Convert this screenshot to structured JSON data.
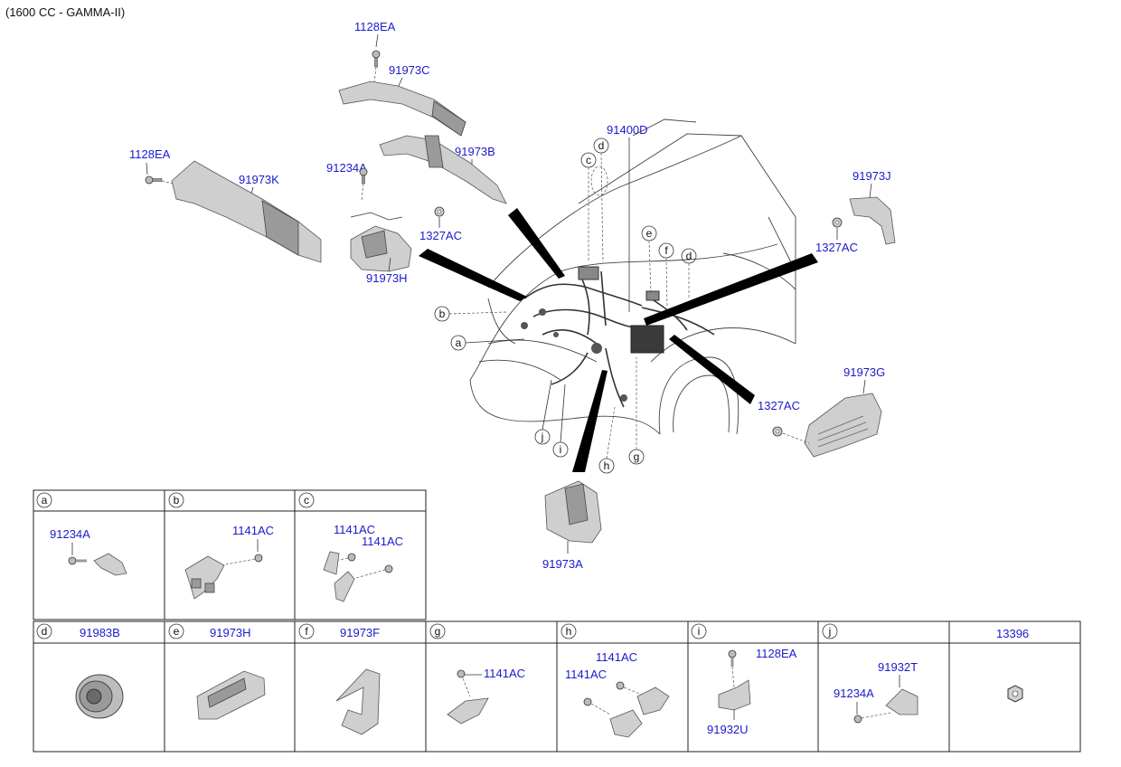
{
  "header": {
    "engine": "(1600 CC - GAMMA-II)"
  },
  "callouts": {
    "p1128EA_top": "1128EA",
    "p91973C": "91973C",
    "p1128EA_left": "1128EA",
    "p91973K": "91973K",
    "p91234A": "91234A",
    "p91973B": "91973B",
    "p1327AC_mid": "1327AC",
    "p91973H": "91973H",
    "p91400D": "91400D",
    "p91973J": "91973J",
    "p1327AC_right": "1327AC",
    "p91973G": "91973G",
    "p1327AC_low": "1327AC",
    "p91973A": "91973A"
  },
  "letters": {
    "c": "c",
    "d": "d",
    "e": "e",
    "f": "f",
    "d2": "d",
    "b": "b",
    "a": "a",
    "j": "j",
    "i": "i",
    "h": "h",
    "g": "g"
  },
  "table": {
    "row1": [
      {
        "key": "a",
        "parts": [
          "91234A"
        ]
      },
      {
        "key": "b",
        "parts": [
          "1141AC"
        ]
      },
      {
        "key": "c",
        "parts": [
          "1141AC",
          "1141AC"
        ]
      }
    ],
    "row2": [
      {
        "key": "d",
        "title": "91983B"
      },
      {
        "key": "e",
        "title": "91973H"
      },
      {
        "key": "f",
        "title": "91973F"
      },
      {
        "key": "g",
        "parts": [
          "1141AC"
        ]
      },
      {
        "key": "h",
        "parts": [
          "1141AC",
          "1141AC"
        ]
      },
      {
        "key": "i",
        "parts": [
          "1128EA",
          "91932U"
        ]
      },
      {
        "key": "j",
        "parts": [
          "91932T",
          "91234A"
        ]
      },
      {
        "key": "",
        "title": "13396"
      }
    ]
  },
  "colors": {
    "part_number": "#1a1acc",
    "line": "#222222"
  }
}
